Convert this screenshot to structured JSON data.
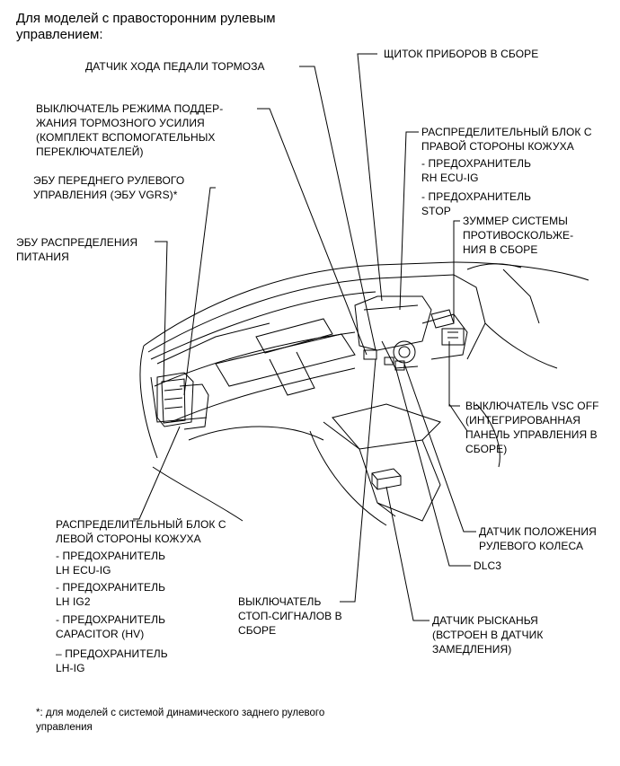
{
  "header": {
    "line1": "Для моделей с правосторонним рулевым",
    "line2": "управлением:"
  },
  "labels": {
    "brake_pedal_sensor": "ДАТЧИК ХОДА ПЕДАЛИ ТОРМОЗА",
    "combination_meter": "ЩИТОК ПРИБОРОВ В СБОРЕ",
    "brake_hold_switch": {
      "line1": "ВЫКЛЮЧАТЕЛЬ РЕЖИМА ПОДДЕР-",
      "line2": "ЖАНИЯ ТОРМОЗНОГО УСИЛИЯ",
      "line3": "(КОМПЛЕКТ ВСПОМОГАТЕЛЬНЫХ",
      "line4": "ПЕРЕКЛЮЧАТЕЛЕЙ)"
    },
    "rh_junction_block": {
      "line1": "РАСПРЕДЕЛИТЕЛЬНЫЙ БЛОК С",
      "line2": "ПРАВОЙ СТОРОНЫ КОЖУХА",
      "fuse1_a": "- ПРЕДОХРАНИТЕЛЬ",
      "fuse1_b": "RH ECU-IG",
      "fuse2_a": "- ПРЕДОХРАНИТЕЛЬ",
      "fuse2_b": "STOP"
    },
    "vgrs_ecu": {
      "line1": "ЭБУ ПЕРЕДНЕГО РУЛЕВОГО",
      "line2": "УПРАВЛЕНИЯ (ЭБУ VGRS)*"
    },
    "skid_buzzer": {
      "line1": "ЗУММЕР СИСТЕМЫ",
      "line2": "ПРОТИВОСКОЛЬЖЕ-",
      "line3": "НИЯ В СБОРЕ"
    },
    "power_ecu": {
      "line1": "ЭБУ РАСПРЕДЕЛЕНИЯ",
      "line2": "ПИТАНИЯ"
    },
    "vsc_off": {
      "line1": "ВЫКЛЮЧАТЕЛЬ VSC OFF",
      "line2": "(ИНТЕГРИРОВАННАЯ",
      "line3": "ПАНЕЛЬ УПРАВЛЕНИЯ В",
      "line4": "СБОРЕ)"
    },
    "lh_junction_block": {
      "line1": "РАСПРЕДЕЛИТЕЛЬНЫЙ БЛОК С",
      "line2": "ЛЕВОЙ СТОРОНЫ КОЖУХА",
      "fuse1_a": "- ПРЕДОХРАНИТЕЛЬ",
      "fuse1_b": "LH ECU-IG",
      "fuse2_a": "- ПРЕДОХРАНИТЕЛЬ",
      "fuse2_b": "LH IG2",
      "fuse3_a": "- ПРЕДОХРАНИТЕЛЬ",
      "fuse3_b": "CAPACITOR (HV)",
      "fuse4_a": "– ПРЕДОХРАНИТЕЛЬ",
      "fuse4_b": "LH-IG"
    },
    "steering_sensor": {
      "line1": "ДАТЧИК ПОЛОЖЕНИЯ",
      "line2": "РУЛЕВОГО КОЛЕСА"
    },
    "dlc3": "DLC3",
    "stop_light_switch": {
      "line1": "ВЫКЛЮЧАТЕЛЬ",
      "line2": "СТОП-СИГНАЛОВ В",
      "line3": "СБОРЕ"
    },
    "yaw_sensor": {
      "line1": "ДАТЧИК РЫСКАНЬЯ",
      "line2": "(ВСТРОЕН В ДАТЧИК",
      "line3": "ЗАМЕДЛЕНИЯ)"
    }
  },
  "footnote": {
    "line1": "*: для моделей с системой динамического заднего рулевого",
    "line2": "управления"
  }
}
